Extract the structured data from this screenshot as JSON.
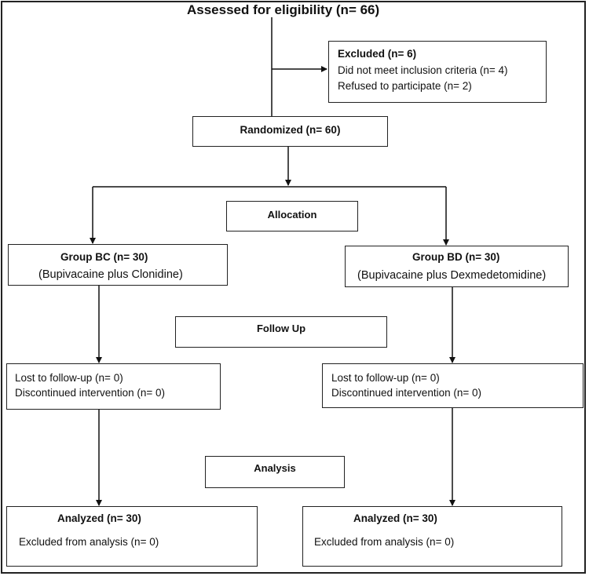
{
  "diagram": {
    "assessed": "Assessed for eligibility (n= 66)",
    "excluded": {
      "title": "Excluded (n= 6)",
      "line1": "Did not meet inclusion criteria (n= 4)",
      "line2": "Refused to participate (n= 2)"
    },
    "randomized": "Randomized (n= 60)",
    "allocation": "Allocation",
    "group_bc": {
      "title": "Group BC (n= 30)",
      "subtitle": "(Bupivacaine plus Clonidine)"
    },
    "group_bd": {
      "title": "Group BD (n= 30)",
      "subtitle": "(Bupivacaine plus Dexmedetomidine)"
    },
    "follow_up": "Follow Up",
    "left_followup": {
      "line1": "Lost to follow-up (n= 0)",
      "line2": "Discontinued intervention (n= 0)"
    },
    "right_followup": {
      "line1": "Lost to follow-up (n= 0)",
      "line2": "Discontinued intervention (n= 0)"
    },
    "analysis": "Analysis",
    "left_analyzed": {
      "title": "Analyzed (n= 30)",
      "line1": "Excluded from analysis (n= 0)"
    },
    "right_analyzed": {
      "title": "Analyzed (n= 30)",
      "line1": "Excluded from analysis (n= 0)"
    }
  }
}
